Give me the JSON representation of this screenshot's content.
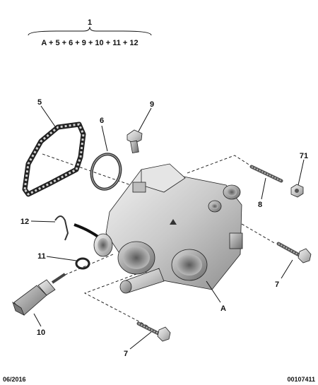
{
  "assembly": {
    "number": "1",
    "formula": "A + 5 + 6 + 9 + 10 + 11 + 12"
  },
  "callouts": {
    "c5": "5",
    "c6": "6",
    "c9": "9",
    "c71": "71",
    "c8": "8",
    "c12": "12",
    "c11": "11",
    "c7_right": "7",
    "cA": "A",
    "c10": "10",
    "c7_bottom": "7"
  },
  "footer": {
    "date": "06/2016",
    "reference": "00107411"
  }
}
